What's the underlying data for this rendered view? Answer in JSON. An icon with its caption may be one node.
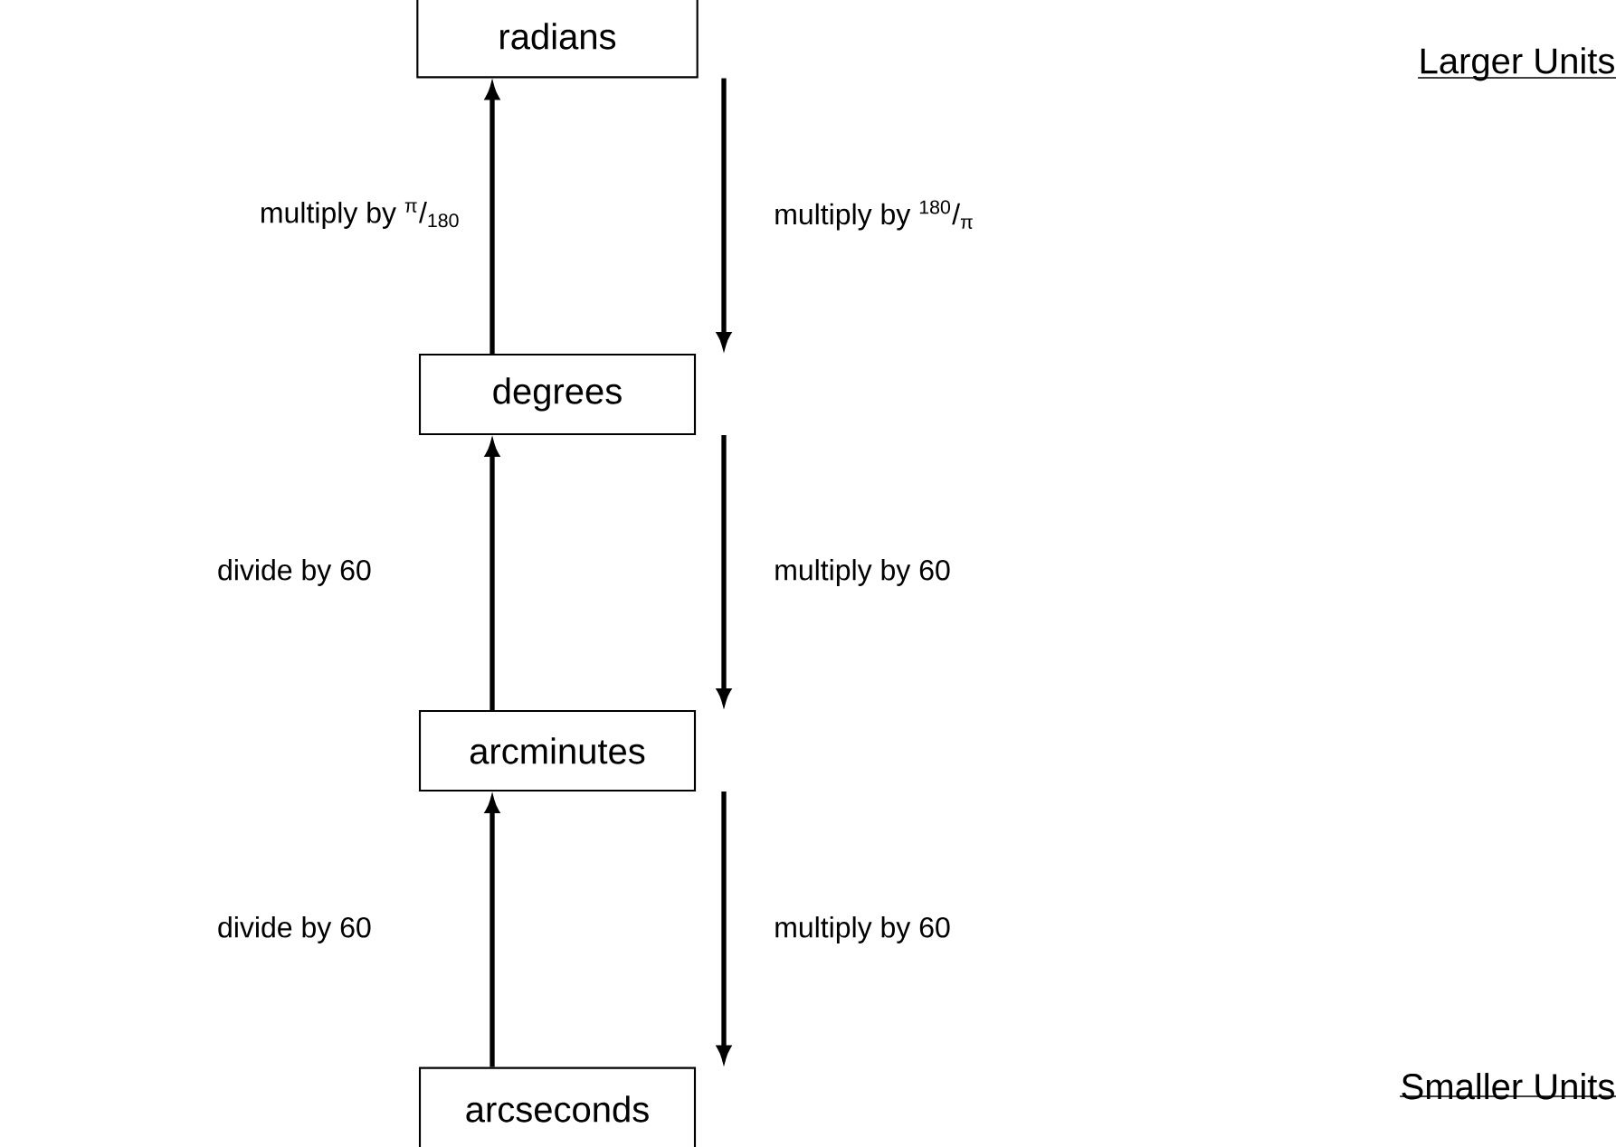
{
  "diagram": {
    "nodes": [
      {
        "text": [
          "radians"
        ]
      },
      {
        "text": [
          "degrees"
        ]
      },
      {
        "text": [
          "arcminutes"
        ]
      },
      {
        "text": [
          "arcseconds"
        ]
      }
    ],
    "edges": [
      {
        "from": 1,
        "to": 0,
        "arrow": "to",
        "label": "multiply by $^{π}$/$_{180}$"
      },
      {
        "from": 0,
        "to": 1,
        "arrow": "to",
        "label": "multiply by $^{180}$/$_{π}$"
      },
      {
        "from": 2,
        "to": 1,
        "arrow": "to",
        "label": "divide by 60"
      },
      {
        "from": 1,
        "to": 2,
        "arrow": "to",
        "label": "multiply by 60"
      },
      {
        "from": 3,
        "to": 2,
        "arrow": "to",
        "label": "divide by 60"
      },
      {
        "from": 2,
        "to": 3,
        "arrow": "to",
        "label": "multiply by 60"
      }
    ],
    "labels": [
      "Larger Units",
      "Smaller Units"
    ]
  }
}
